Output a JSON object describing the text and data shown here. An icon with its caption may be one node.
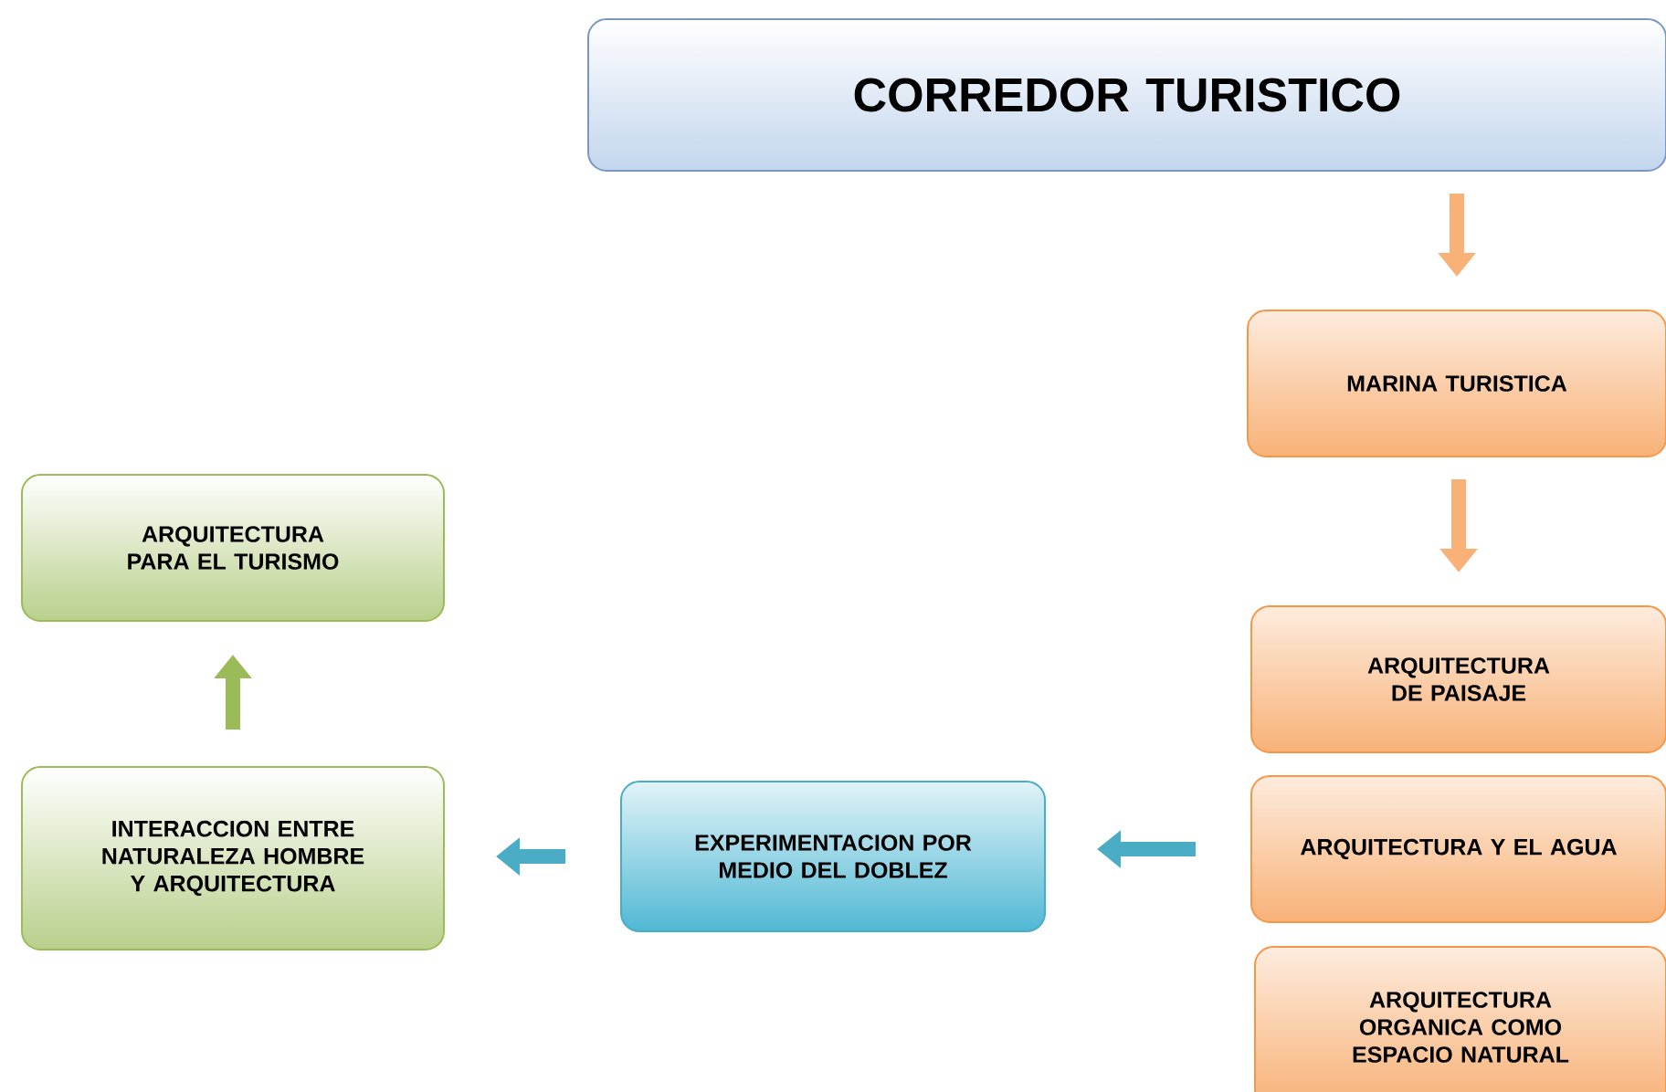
{
  "diagram": {
    "nodes": [
      {
        "text": [
          "CORREDOR TURISTICO"
        ]
      },
      {
        "text": [
          "MARINA TURISTICA"
        ]
      },
      {
        "text": [
          "ARQUITECTURA DE PAISAJE"
        ]
      },
      {
        "text": [
          "ARQUITECTURA Y EL AGUA"
        ]
      },
      {
        "text": [
          "ARQUITECTURA ORGANICA COMO ESPACIO NATURAL"
        ]
      },
      {
        "text": [
          "EXPERIMENTACION POR MEDIO DEL DOBLEZ"
        ]
      },
      {
        "text": [
          "INTERACCION ENTRE NATURALEZA HOMBRE Y ARQUITECTURA"
        ]
      },
      {
        "text": [
          "ARQUITECTURA PARA EL TURISMO"
        ]
      }
    ],
    "edges": [
      {
        "from": 0,
        "to": 1,
        "arrow": "to"
      },
      {
        "from": 1,
        "to": 2,
        "arrow": "to"
      },
      {
        "from": 3,
        "to": 5,
        "arrow": "to",
        "color": "#4bacc6"
      },
      {
        "from": 5,
        "to": 6,
        "arrow": "to",
        "color": "#4bacc6"
      },
      {
        "from": 6,
        "to": 7,
        "arrow": "to",
        "color": "#9bbb59"
      }
    ]
  }
}
